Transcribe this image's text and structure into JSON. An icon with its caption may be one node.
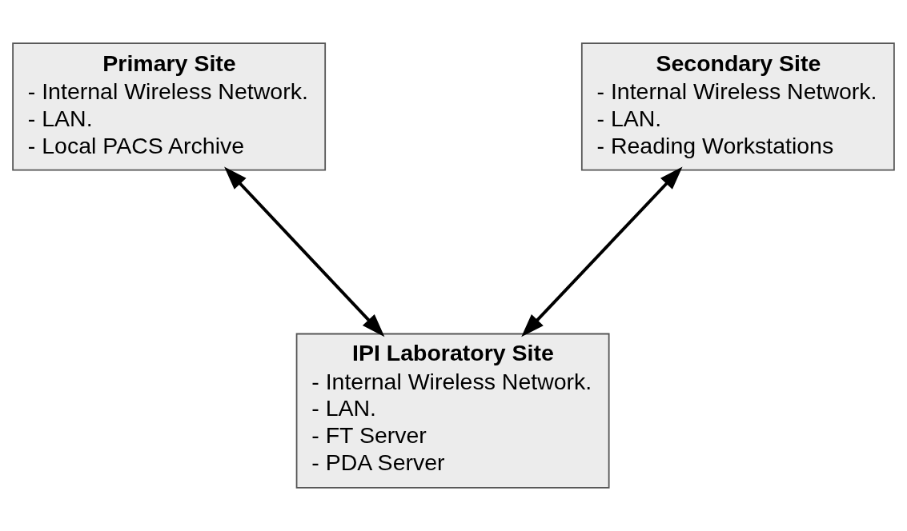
{
  "diagram": {
    "nodes": [
      {
        "text": [
          "Primary Site",
          "- Internal Wireless Network.",
          "- LAN.",
          "- Local PACS Archive"
        ]
      },
      {
        "text": [
          "Secondary Site",
          "- Internal Wireless Network.",
          "- LAN.",
          "- Reading Workstations"
        ]
      },
      {
        "text": [
          "IPI Laboratory Site",
          "- Internal Wireless Network.",
          "- LAN.",
          "- FT Server",
          "- PDA Server"
        ]
      }
    ],
    "edges": [
      {
        "from": 0,
        "to": 2,
        "arrow": "both"
      },
      {
        "from": 1,
        "to": 2,
        "arrow": "both"
      }
    ]
  }
}
